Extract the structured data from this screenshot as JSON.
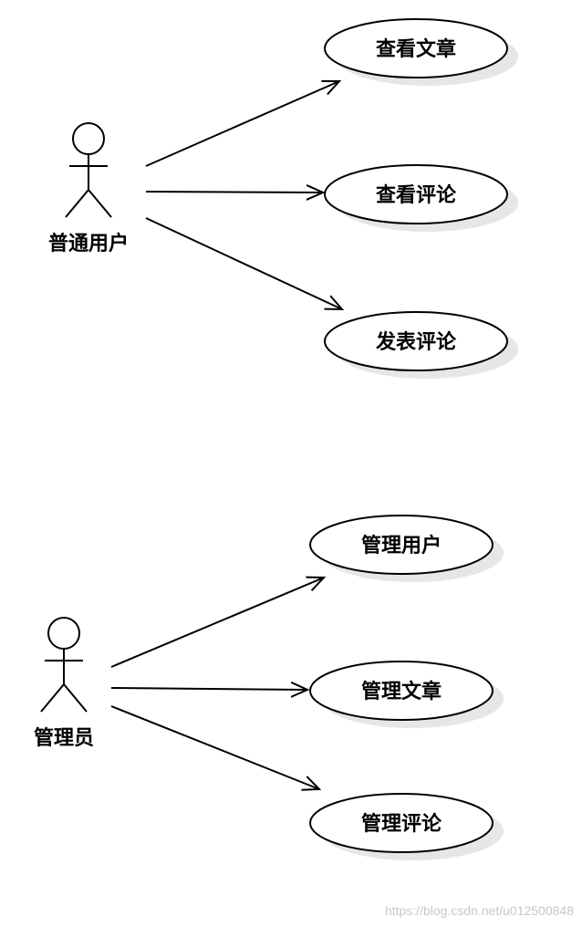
{
  "diagram": {
    "actors": [
      {
        "id": "user",
        "label": "普通用户",
        "use_cases": [
          "查看文章",
          "查看评论",
          "发表评论"
        ]
      },
      {
        "id": "admin",
        "label": "管理员",
        "use_cases": [
          "管理用户",
          "管理文章",
          "管理评论"
        ]
      }
    ]
  },
  "watermark": "https://blog.csdn.net/u012500848",
  "colors": {
    "stroke": "#000000",
    "shadow": "#e6e6e6",
    "watermark": "#c8c8c8"
  }
}
